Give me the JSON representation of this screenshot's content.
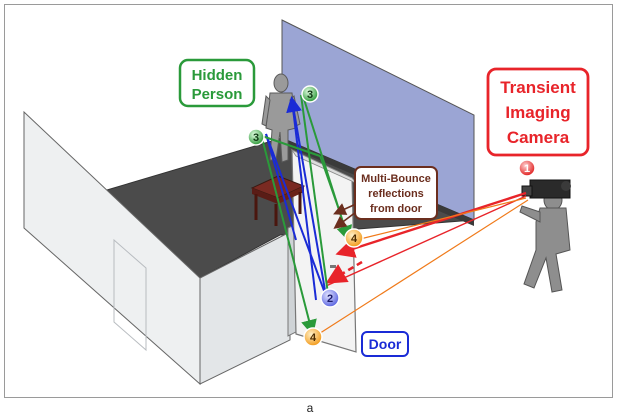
{
  "figure": {
    "caption": "a"
  },
  "labels": {
    "hidden_person": [
      "Hidden",
      "Person"
    ],
    "camera": [
      "Transient",
      "Imaging",
      "Camera"
    ],
    "multibounce": [
      "Multi-Bounce",
      "reflections",
      "from door"
    ],
    "door": "Door"
  },
  "markers": {
    "camera": "1",
    "door_point": "2",
    "person_left": "3",
    "person_right": "3",
    "door_upper": "4",
    "door_lower": "4"
  },
  "colors": {
    "camera_path": "#e8242a",
    "door_path": "#1a2bd6",
    "person_path": "#2a9a3a",
    "multibounce_path": "#f07a1a",
    "label_brown": "#6b2e1e",
    "wall_light": "#e9ecee",
    "wall_blue": "#9ba5d4",
    "floor": "#4a4a4a"
  }
}
